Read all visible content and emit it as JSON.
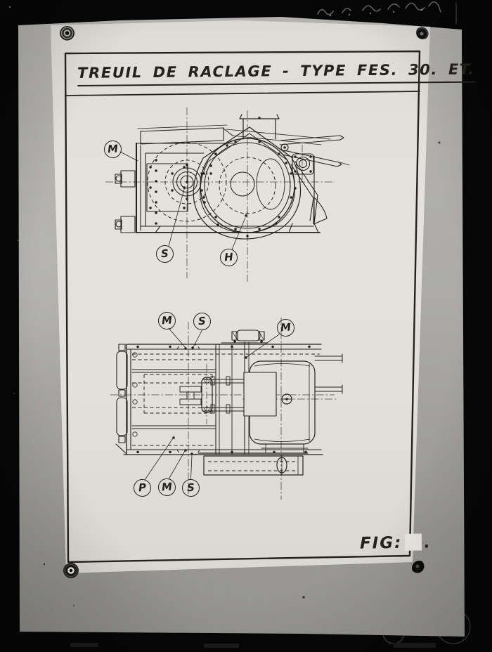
{
  "sheet": {
    "title": "TREUIL DE RACLAGE - TYPE FES. 30. ET.",
    "figure": {
      "label": "FIG:",
      "value": "."
    }
  },
  "callouts": {
    "plan": [
      {
        "letter": "M"
      },
      {
        "letter": "S"
      },
      {
        "letter": "H"
      }
    ],
    "elevation_top": [
      {
        "letter": "M"
      },
      {
        "letter": "S"
      },
      {
        "letter": "M"
      }
    ],
    "elevation_bottom": [
      {
        "letter": "P"
      },
      {
        "letter": "M"
      },
      {
        "letter": "S"
      }
    ]
  },
  "colors": {
    "background": "#060606",
    "board": "#a8a7a2",
    "paper": "#dedcd6",
    "ink": "#24221d",
    "chalk": "#d8d8d4"
  }
}
